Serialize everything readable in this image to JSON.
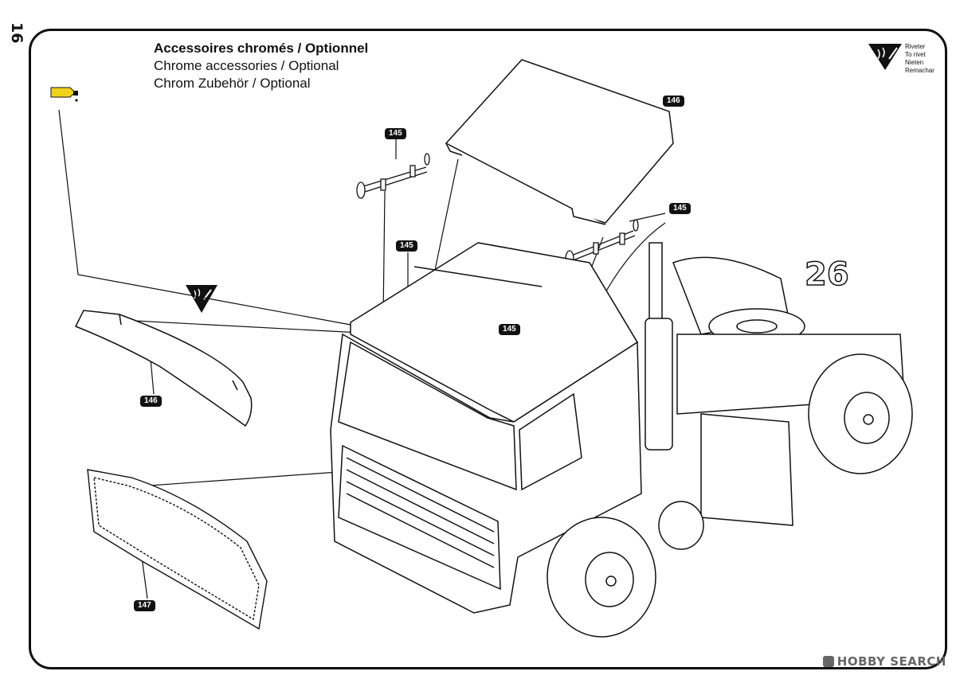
{
  "page": {
    "number": "16",
    "step": "26"
  },
  "title": {
    "fr": "Accessoires chromés / Optionnel",
    "en": "Chrome accessories / Optional",
    "de": "Chrom Zubehör / Optional"
  },
  "rivet_legend": [
    "Riveter",
    "To rivet",
    "Nieten",
    "Remachar"
  ],
  "part_tags": {
    "roof_horn_left": "145",
    "roof_horn_mid": "145",
    "roof_horn_right": "145",
    "roof_horn_front": "145",
    "sun_visor_roof": "146",
    "sun_visor_front": "146",
    "grille": "147"
  },
  "watermark": {
    "text": "HOBBY SEARCH"
  },
  "icons": [
    "glue-tube-icon",
    "rivet-icon"
  ]
}
